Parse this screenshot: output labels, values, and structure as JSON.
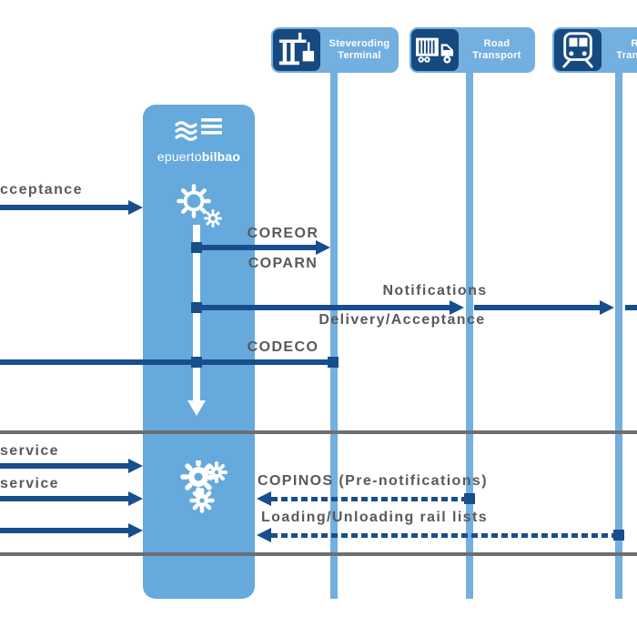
{
  "colors": {
    "platform_blue": "#66A9DC",
    "lifeline_blue": "#73AFDF",
    "icon_navy": "#15497F",
    "arrow_navy": "#184E8C",
    "label_gray": "#58595B",
    "divider_gray": "#6D6E71"
  },
  "actors": {
    "platform": {
      "logo_light": "epuerto",
      "logo_bold": "bilbao"
    },
    "terminal": {
      "label": "Steveroding Terminal"
    },
    "road": {
      "label": "Road Transport"
    },
    "rail": {
      "label": "Rail Transport"
    }
  },
  "messages": {
    "acceptance": "cceptance",
    "coreor": "COREOR",
    "coparn": "COPARN",
    "notifications": "Notifications",
    "delivery_acceptance": "Delivery/Acceptance",
    "codeco": "CODECO",
    "service_1": "service",
    "service_2": "service",
    "copinos": "COPINOS (Pre-notifications)",
    "loading_unloading": "Loading/Unloading rail lists"
  }
}
